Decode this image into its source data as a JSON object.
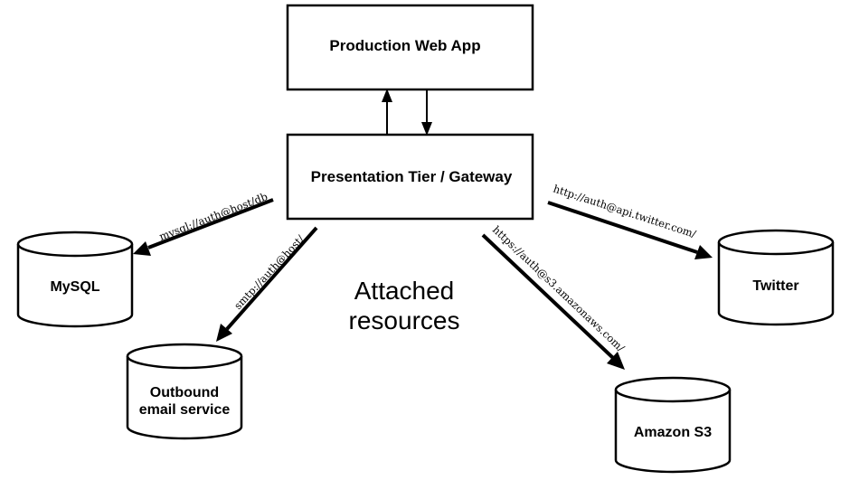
{
  "nodes": {
    "web_app": "Production Web App",
    "gateway": "Presentation Tier / Gateway",
    "mysql": "MySQL",
    "email": [
      "Outbound",
      "email service"
    ],
    "twitter": "Twitter",
    "s3": "Amazon S3"
  },
  "connections": {
    "mysql": "mysql://auth@host/db",
    "smtp": "smtp://auth@host/",
    "twitter": "http://auth@api.twitter.com/",
    "s3": "https://auth@s3.amazonaws.com/"
  },
  "caption": [
    "Attached",
    "resources"
  ]
}
